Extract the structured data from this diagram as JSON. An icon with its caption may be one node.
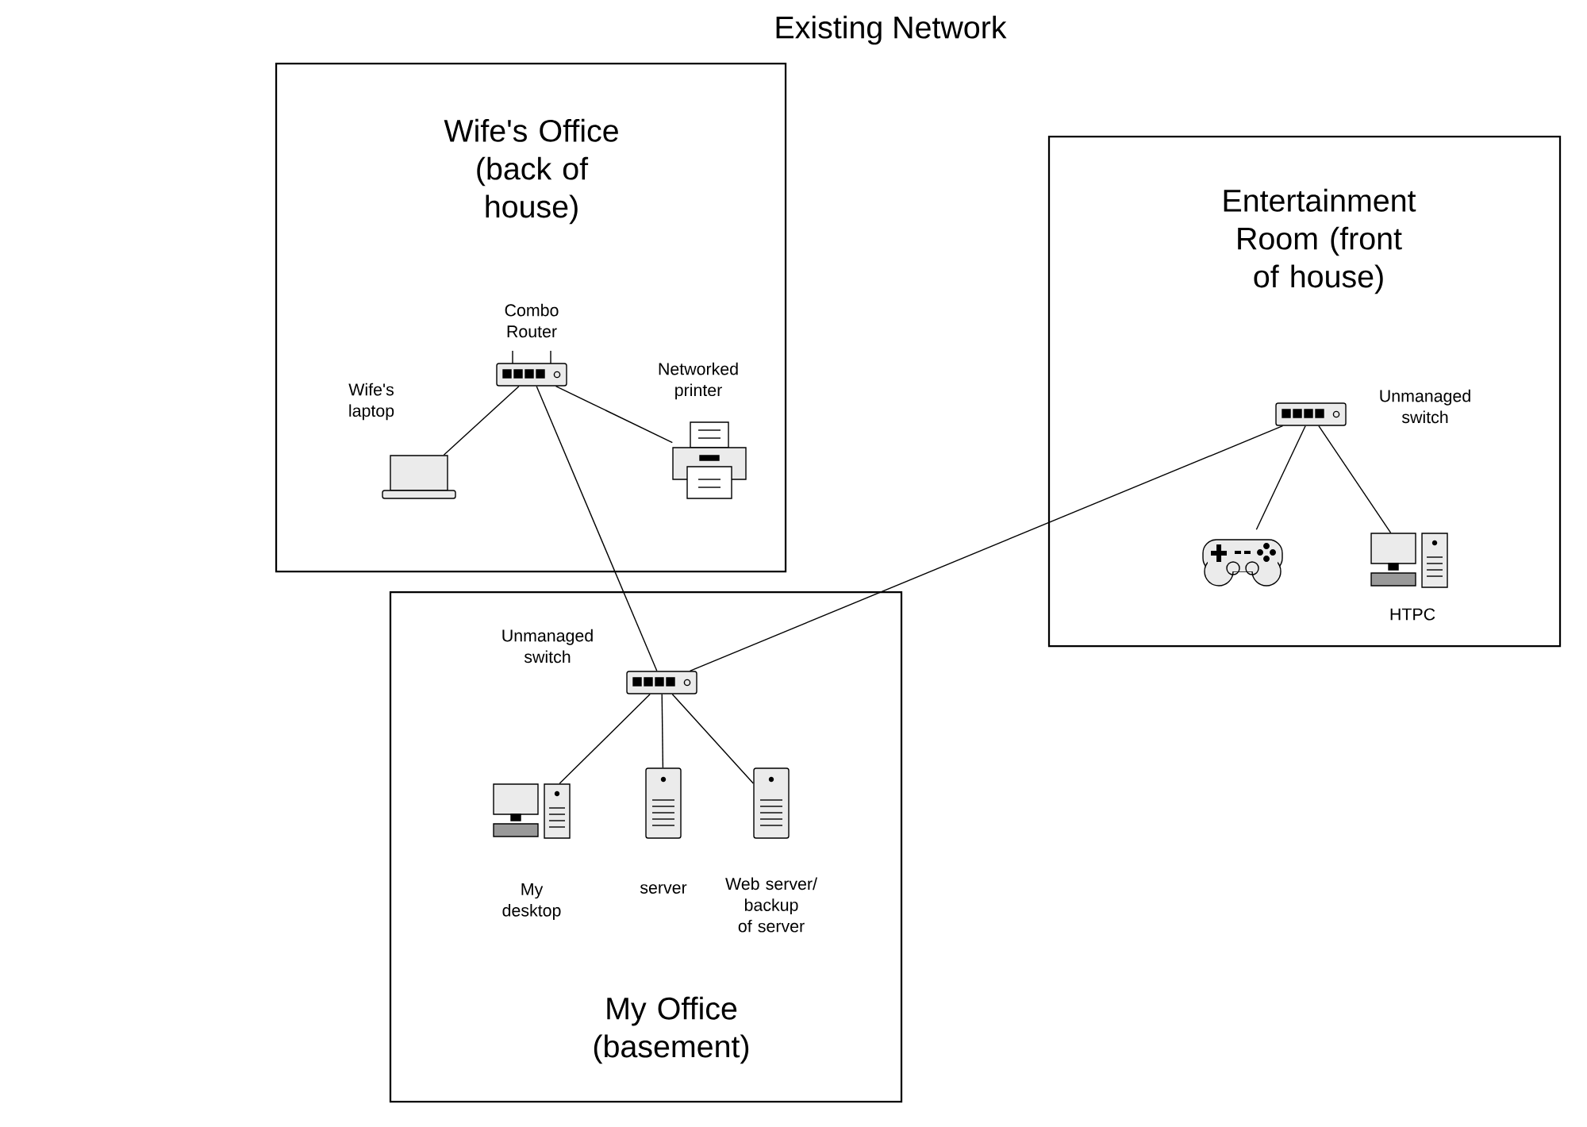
{
  "diagram": {
    "title": "Existing Network",
    "nodes": [
      {
        "text": [
          "Wife's Office (back of house)"
        ]
      },
      {
        "text": [
          "Combo Router"
        ],
        "in": 0
      },
      {
        "text": [
          "Wife's laptop"
        ],
        "in": 0
      },
      {
        "text": [
          "Networked printer"
        ],
        "in": 0
      },
      {
        "text": [
          "Entertainment Room (front of house)"
        ]
      },
      {
        "text": [
          "Unmanaged switch"
        ],
        "in": 4
      },
      {
        "text": [],
        "shape": "gamepad",
        "in": 4
      },
      {
        "text": [
          "HTPC"
        ],
        "in": 4
      },
      {
        "text": [
          "My Office (basement)"
        ]
      },
      {
        "text": [
          "Unmanaged switch"
        ],
        "in": 8
      },
      {
        "text": [
          "My desktop"
        ],
        "in": 8
      },
      {
        "text": [
          "server"
        ],
        "in": 8
      },
      {
        "text": [
          "Web server/ backup of server"
        ],
        "in": 8
      }
    ],
    "edges": [
      {
        "from": 1,
        "to": 2,
        "arrow": "none"
      },
      {
        "from": 1,
        "to": 3,
        "arrow": "none"
      },
      {
        "from": 1,
        "to": 9,
        "arrow": "none"
      },
      {
        "from": 9,
        "to": 5,
        "arrow": "none"
      },
      {
        "from": 5,
        "to": 6,
        "arrow": "none"
      },
      {
        "from": 5,
        "to": 7,
        "arrow": "none"
      },
      {
        "from": 9,
        "to": 10,
        "arrow": "none"
      },
      {
        "from": 9,
        "to": 11,
        "arrow": "none"
      },
      {
        "from": 9,
        "to": 12,
        "arrow": "none"
      }
    ]
  }
}
